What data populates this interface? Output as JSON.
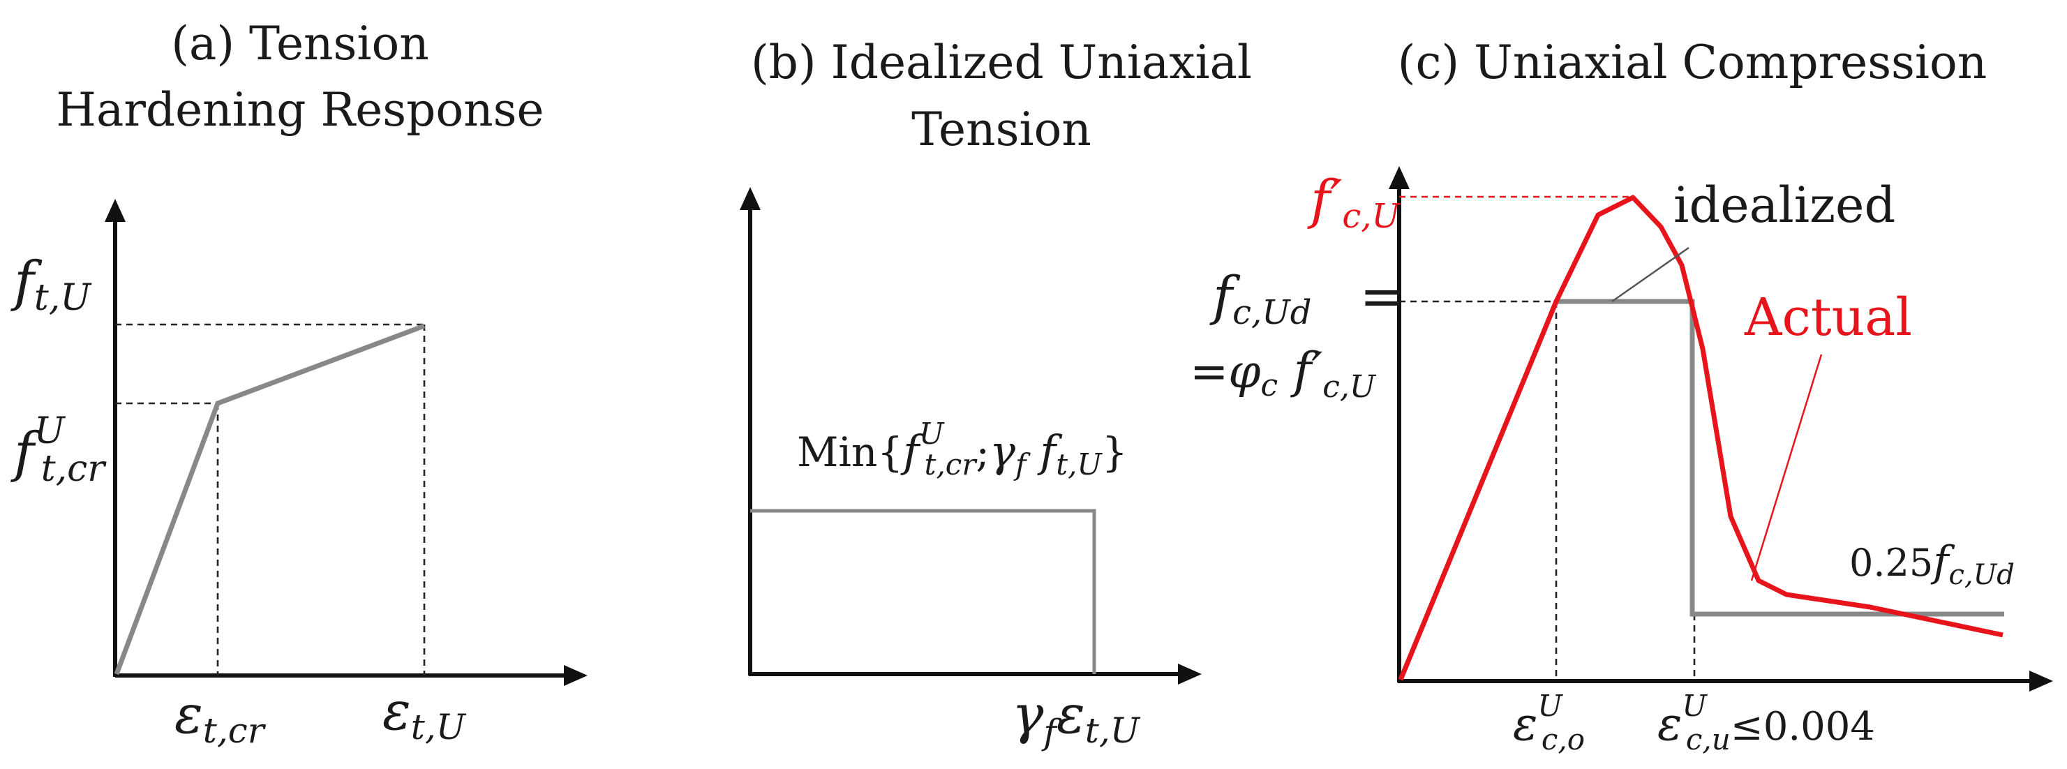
{
  "panel_a": {
    "title_line1": "(a) Tension",
    "title_line2": "Hardening Response",
    "f_tU": "f",
    "f_tU_sub": "t,U",
    "f_tcr": "f",
    "f_tcr_sup": "U",
    "f_tcr_sub": "t,cr",
    "eps_tcr": "ε",
    "eps_tcr_sub": "t,cr",
    "eps_tU": "ε",
    "eps_tU_sub": "t,U"
  },
  "panel_b": {
    "title_line1": "(b) Idealized Uniaxial",
    "title_line2": "Tension",
    "min_prefix": "Min{",
    "min_f1": "f",
    "min_f1_sup": "U",
    "min_f1_sub": "t,cr",
    "min_sep": ";",
    "min_gamma": "γ",
    "min_gamma_sub": "f",
    "min_f2": " f",
    "min_f2_sub": "t,U",
    "min_suffix": "}",
    "x_gamma": "γ",
    "x_gamma_sub": "f",
    "x_eps": "ε",
    "x_eps_sub": "t,U"
  },
  "panel_c": {
    "title": "(c) Uniaxial Compression",
    "fpc": "f′",
    "fpc_sub": "c,U",
    "fcUd": "f",
    "fcUd_sub": "c,Ud",
    "equals": "=",
    "phi_line": "=φ",
    "phi_sub": "c",
    "phi_f": " f′",
    "phi_f_sub": "c,U",
    "idealized_label": "idealized",
    "actual_label": "Actual",
    "residual": "0.25",
    "residual_f": "f",
    "residual_sub": "c,Ud",
    "eps_co": "ε",
    "eps_co_sup": "U",
    "eps_co_sub": "c,o",
    "eps_cu": "ε",
    "eps_cu_sup": "U",
    "eps_cu_sub": "c,u",
    "eps_cu_limit": "≤0.004"
  },
  "colors": {
    "axis": "#111111",
    "gray_curve": "#888888",
    "actual_curve": "#e8141b",
    "text": "#1a1a1a"
  }
}
